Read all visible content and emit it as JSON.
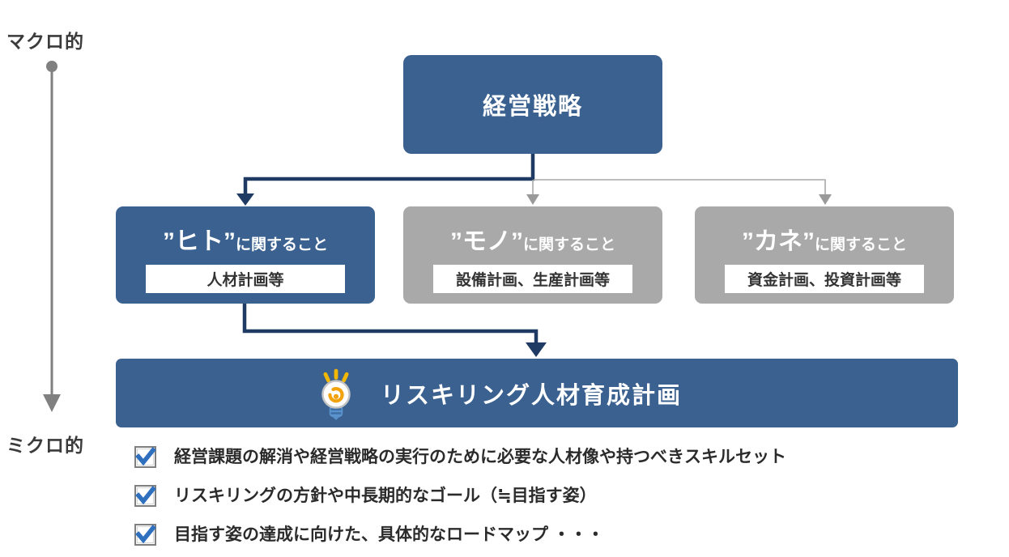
{
  "axis": {
    "top_label": "マクロ的",
    "bottom_label": "ミクロ的",
    "line_color": "#808080"
  },
  "strategy_box": {
    "label": "経営戦略",
    "color": "#3a618f"
  },
  "category_boxes": [
    {
      "keyword": "”ヒト”",
      "suffix": "に関すること",
      "sub_label": "人材計画等",
      "color": "#3a618f",
      "highlighted": true
    },
    {
      "keyword": "”モノ”",
      "suffix": "に関すること",
      "sub_label": "設備計画、生産計画等",
      "color": "#a9a9a9",
      "highlighted": false
    },
    {
      "keyword": "”カネ”",
      "suffix": "に関すること",
      "sub_label": "資金計画、投資計画等",
      "color": "#a9a9a9",
      "highlighted": false
    }
  ],
  "plan_bar": {
    "label": "リスキリング人材育成計画",
    "icon": "lightbulb-icon",
    "color": "#3a618f"
  },
  "checklist": {
    "checkbox_color": "#2e6fbe",
    "items": [
      {
        "text": "経営課題の解消や経営戦略の実行のために必要な人材像や持つべきスキルセット"
      },
      {
        "text": "リスキリングの方針や中長期的なゴール（≒目指す姿）"
      },
      {
        "text": "目指す姿の達成に向けた、具体的なロードマップ ・・・"
      }
    ]
  },
  "connector_colors": {
    "dark": "#1f3a63",
    "gray": "#9a9a9a"
  }
}
